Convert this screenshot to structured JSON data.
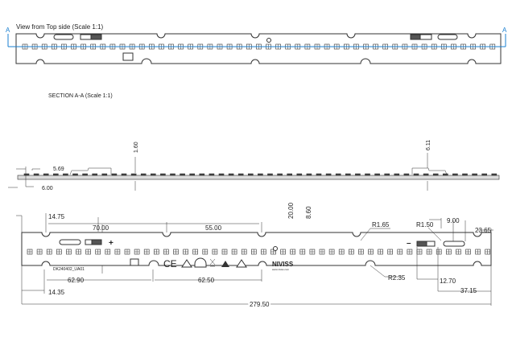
{
  "top_view": {
    "title": "View from Top side (Scale 1:1)",
    "section_marker": "A"
  },
  "section": {
    "title": "SECTION A-A (Scale 1:1)",
    "dims": {
      "led_offset": "5.69",
      "edge_offset": "6.00",
      "thickness": "1.60",
      "connector_height": "6.11"
    }
  },
  "bottom_view": {
    "dims": {
      "notch_offset_top": "14.75",
      "pitch_70": "70.00",
      "pitch_55": "55.00",
      "width_20": "20.00",
      "led_line": "8.60",
      "r_top": "R1.65",
      "r_slot": "R1.50",
      "slot_len": "9.00",
      "slot_offset": "23.65",
      "pitch_62_90": "62.90",
      "pitch_62_50": "62.50",
      "notch_offset_bottom": "14.35",
      "r_bottom": "R2.35",
      "conn_12_70": "12.70",
      "conn_37_15": "37.15",
      "total_length": "279.50"
    },
    "part_number": "DK240402_UA01",
    "brand": "NIVISS",
    "brand_url": "www.niviss.com",
    "plus": "+",
    "minus": "–",
    "ce_mark": "CE"
  },
  "colors": {
    "section_line": "#1a7fd0",
    "outline": "#333333"
  }
}
